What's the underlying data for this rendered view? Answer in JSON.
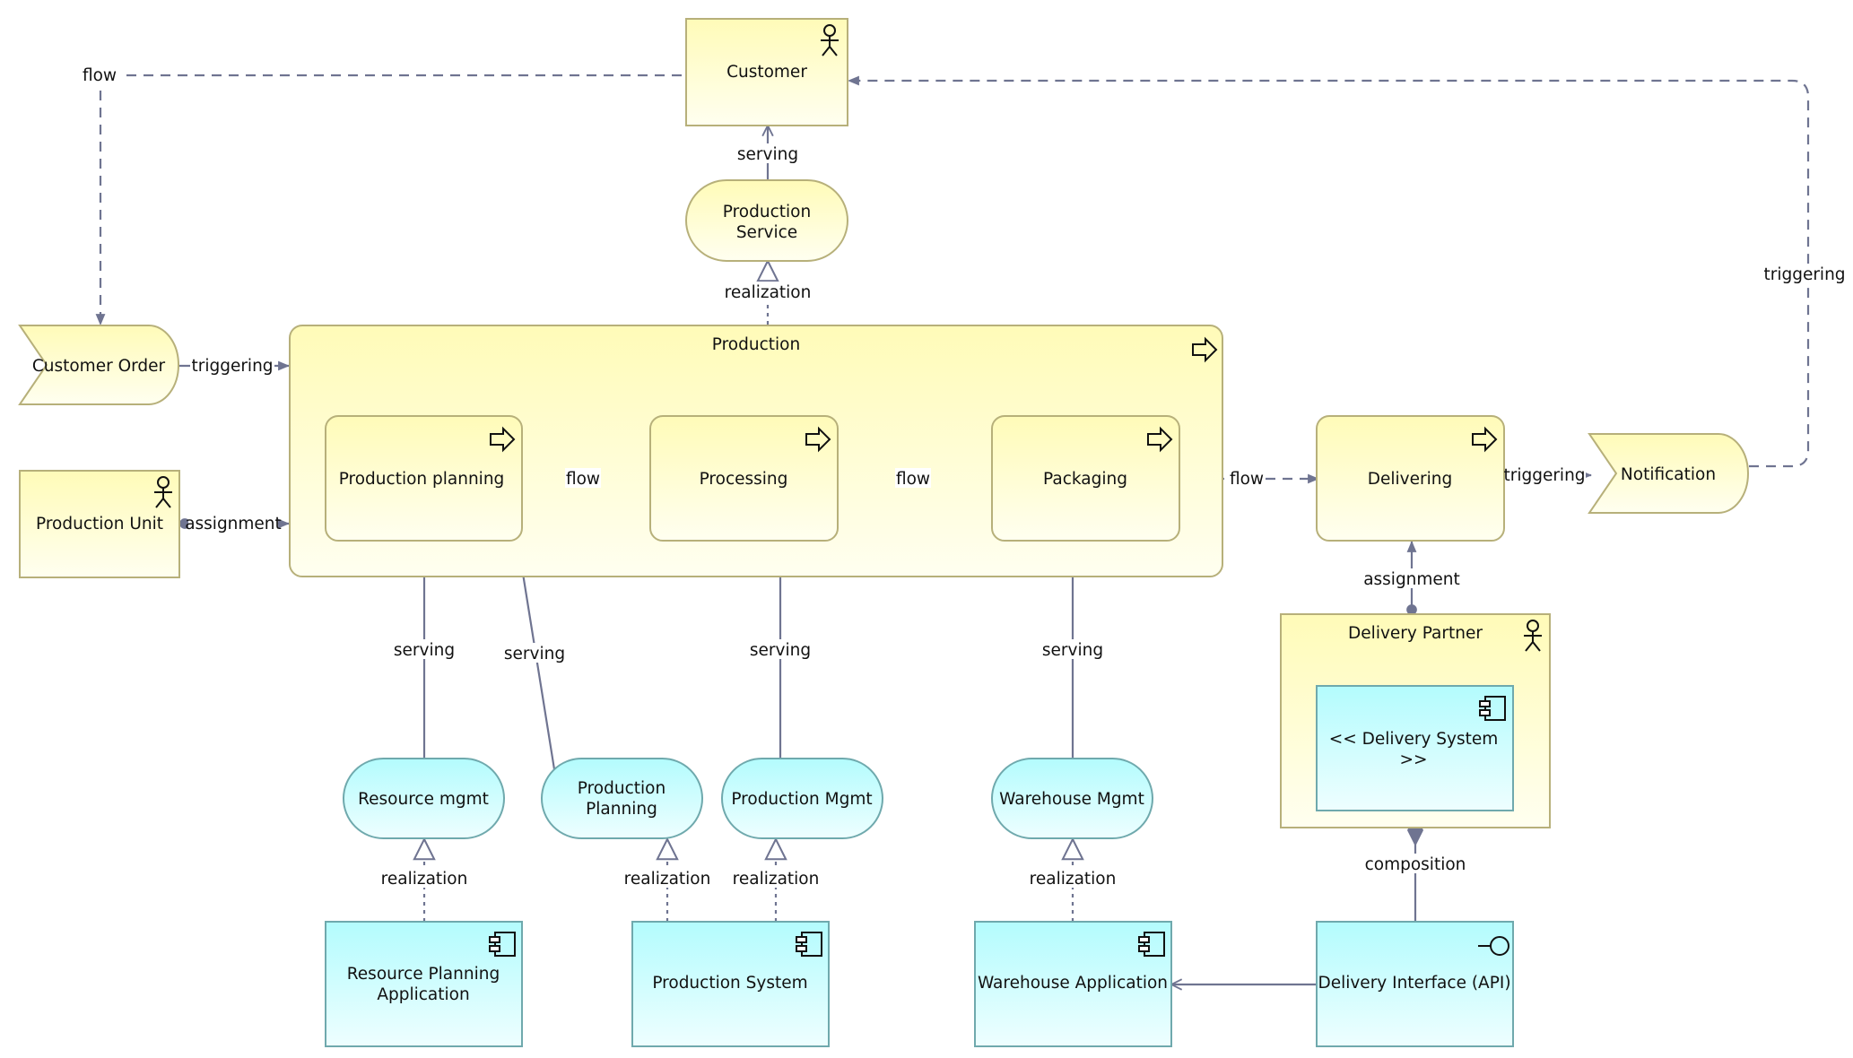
{
  "diagram": {
    "elements": {
      "customer": "Customer",
      "production_service": [
        "Production",
        "Service"
      ],
      "customer_order": "Customer Order",
      "production_unit": "Production Unit",
      "production": "Production",
      "production_planning_proc": "Production planning",
      "processing": "Processing",
      "packaging": "Packaging",
      "delivering": "Delivering",
      "notification": "Notification",
      "delivery_partner": "Delivery Partner",
      "delivery_system": [
        "<< Delivery System",
        ">>"
      ],
      "resource_mgmt": "Resource mgmt",
      "production_planning_svc": [
        "Production",
        "Planning"
      ],
      "production_mgmt": "Production Mgmt",
      "warehouse_mgmt": "Warehouse Mgmt",
      "resource_planning_app": [
        "Resource Planning",
        "Application"
      ],
      "production_system": "Production System",
      "warehouse_app": "Warehouse Application",
      "delivery_interface": "Delivery Interface (API)"
    },
    "relations": {
      "flow_customer_order": "flow",
      "serving_service_customer": "serving",
      "realization_production_service": "realization",
      "triggering_order_production": "triggering",
      "assignment_unit_production": "assignment",
      "flow_planning_processing": "flow",
      "flow_processing_packaging": "flow",
      "flow_packaging_delivering": "flow",
      "triggering_delivering_notification": "triggering",
      "triggering_notification_customer": "triggering",
      "assignment_partner_delivering": "assignment",
      "serving_resource_planning": "serving",
      "serving_prodplanning_planning": "serving",
      "serving_prodmgmt_processing": "serving",
      "serving_warehouse_packaging": "serving",
      "realization_resource": "realization",
      "realization_prodplanning": "realization",
      "realization_prodmgmt": "realization",
      "realization_warehouse": "realization",
      "composition_partner_interface": "composition"
    },
    "colors": {
      "business_top": "#fffbb8",
      "business_bottom": "#fffff0",
      "application_top": "#b3fcfd",
      "application_bottom": "#eefeff",
      "connector": "#6f7491"
    }
  }
}
